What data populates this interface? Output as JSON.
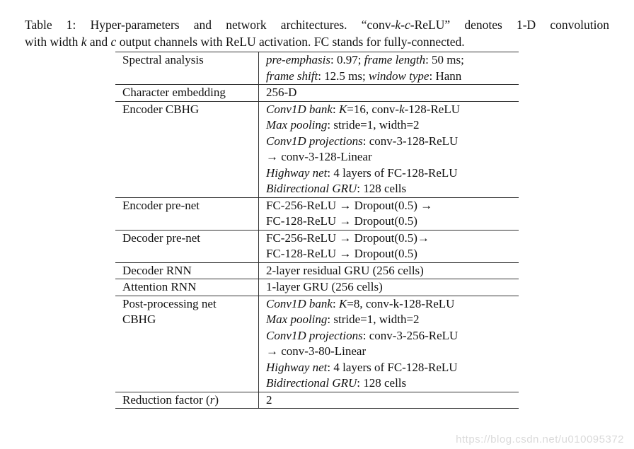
{
  "caption": {
    "line1": [
      {
        "t": "Table 1: Hyper-parameters and network architectures. “conv-"
      },
      {
        "t": "k",
        "i": true
      },
      {
        "t": "-"
      },
      {
        "t": "c",
        "i": true
      },
      {
        "t": "-ReLU” denotes 1-D convolution"
      }
    ],
    "line2": [
      {
        "t": "with width "
      },
      {
        "t": "k",
        "i": true
      },
      {
        "t": " and "
      },
      {
        "t": "c",
        "i": true
      },
      {
        "t": " output channels with ReLU activation. FC stands for fully-connected."
      }
    ]
  },
  "table": {
    "border_color": "#333333",
    "rows": [
      {
        "name_lines": [
          [
            {
              "t": "Spectral analysis"
            }
          ]
        ],
        "value_lines": [
          [
            {
              "t": "pre-emphasis",
              "i": true
            },
            {
              "t": ": 0.97; "
            },
            {
              "t": "frame length",
              "i": true
            },
            {
              "t": ": 50 ms;"
            }
          ],
          [
            {
              "t": "frame shift",
              "i": true
            },
            {
              "t": ": 12.5 ms; "
            },
            {
              "t": "window type",
              "i": true
            },
            {
              "t": ": Hann"
            }
          ]
        ]
      },
      {
        "name_lines": [
          [
            {
              "t": "Character embedding"
            }
          ]
        ],
        "value_lines": [
          [
            {
              "t": "256-D"
            }
          ]
        ]
      },
      {
        "name_lines": [
          [
            {
              "t": "Encoder CBHG"
            }
          ]
        ],
        "value_lines": [
          [
            {
              "t": "Conv1D bank",
              "i": true
            },
            {
              "t": ": "
            },
            {
              "t": "K",
              "i": true
            },
            {
              "t": "=16, conv-"
            },
            {
              "t": "k",
              "i": true
            },
            {
              "t": "-128-ReLU"
            }
          ],
          [
            {
              "t": "Max pooling",
              "i": true
            },
            {
              "t": ": stride=1, width=2"
            }
          ],
          [
            {
              "t": "Conv1D projections",
              "i": true
            },
            {
              "t": ": conv-3-128-ReLU"
            }
          ],
          [
            {
              "t": "→ conv-3-128-Linear"
            }
          ],
          [
            {
              "t": "Highway net",
              "i": true
            },
            {
              "t": ": 4 layers of FC-128-ReLU"
            }
          ],
          [
            {
              "t": "Bidirectional GRU",
              "i": true
            },
            {
              "t": ": 128 cells"
            }
          ]
        ]
      },
      {
        "name_lines": [
          [
            {
              "t": "Encoder pre-net"
            }
          ]
        ],
        "value_lines": [
          [
            {
              "t": "FC-256-ReLU → Dropout(0.5) →"
            }
          ],
          [
            {
              "t": "FC-128-ReLU → Dropout(0.5)"
            }
          ]
        ]
      },
      {
        "name_lines": [
          [
            {
              "t": "Decoder pre-net"
            }
          ]
        ],
        "value_lines": [
          [
            {
              "t": "FC-256-ReLU → Dropout(0.5)→"
            }
          ],
          [
            {
              "t": "FC-128-ReLU → Dropout(0.5)"
            }
          ]
        ]
      },
      {
        "name_lines": [
          [
            {
              "t": "Decoder RNN"
            }
          ]
        ],
        "value_lines": [
          [
            {
              "t": "2-layer residual GRU (256 cells)"
            }
          ]
        ]
      },
      {
        "name_lines": [
          [
            {
              "t": "Attention RNN"
            }
          ]
        ],
        "value_lines": [
          [
            {
              "t": "1-layer GRU (256 cells)"
            }
          ]
        ]
      },
      {
        "name_lines": [
          [
            {
              "t": "Post-processing net"
            }
          ],
          [
            {
              "t": "CBHG"
            }
          ]
        ],
        "value_lines": [
          [
            {
              "t": "Conv1D bank",
              "i": true
            },
            {
              "t": ": "
            },
            {
              "t": "K",
              "i": true
            },
            {
              "t": "=8, conv-k-128-ReLU"
            }
          ],
          [
            {
              "t": "Max pooling",
              "i": true
            },
            {
              "t": ": stride=1, width=2"
            }
          ],
          [
            {
              "t": "Conv1D projections",
              "i": true
            },
            {
              "t": ": conv-3-256-ReLU"
            }
          ],
          [
            {
              "t": "→ conv-3-80-Linear"
            }
          ],
          [
            {
              "t": "Highway net",
              "i": true
            },
            {
              "t": ": 4 layers of FC-128-ReLU"
            }
          ],
          [
            {
              "t": "Bidirectional GRU",
              "i": true
            },
            {
              "t": ": 128 cells"
            }
          ]
        ]
      },
      {
        "name_lines": [
          [
            {
              "t": "Reduction factor ("
            },
            {
              "t": "r",
              "i": true
            },
            {
              "t": ")"
            }
          ]
        ],
        "value_lines": [
          [
            {
              "t": "2"
            }
          ]
        ]
      }
    ]
  },
  "watermark": {
    "text": "https://blog.csdn.net/u010095372",
    "color": "#dadada"
  }
}
